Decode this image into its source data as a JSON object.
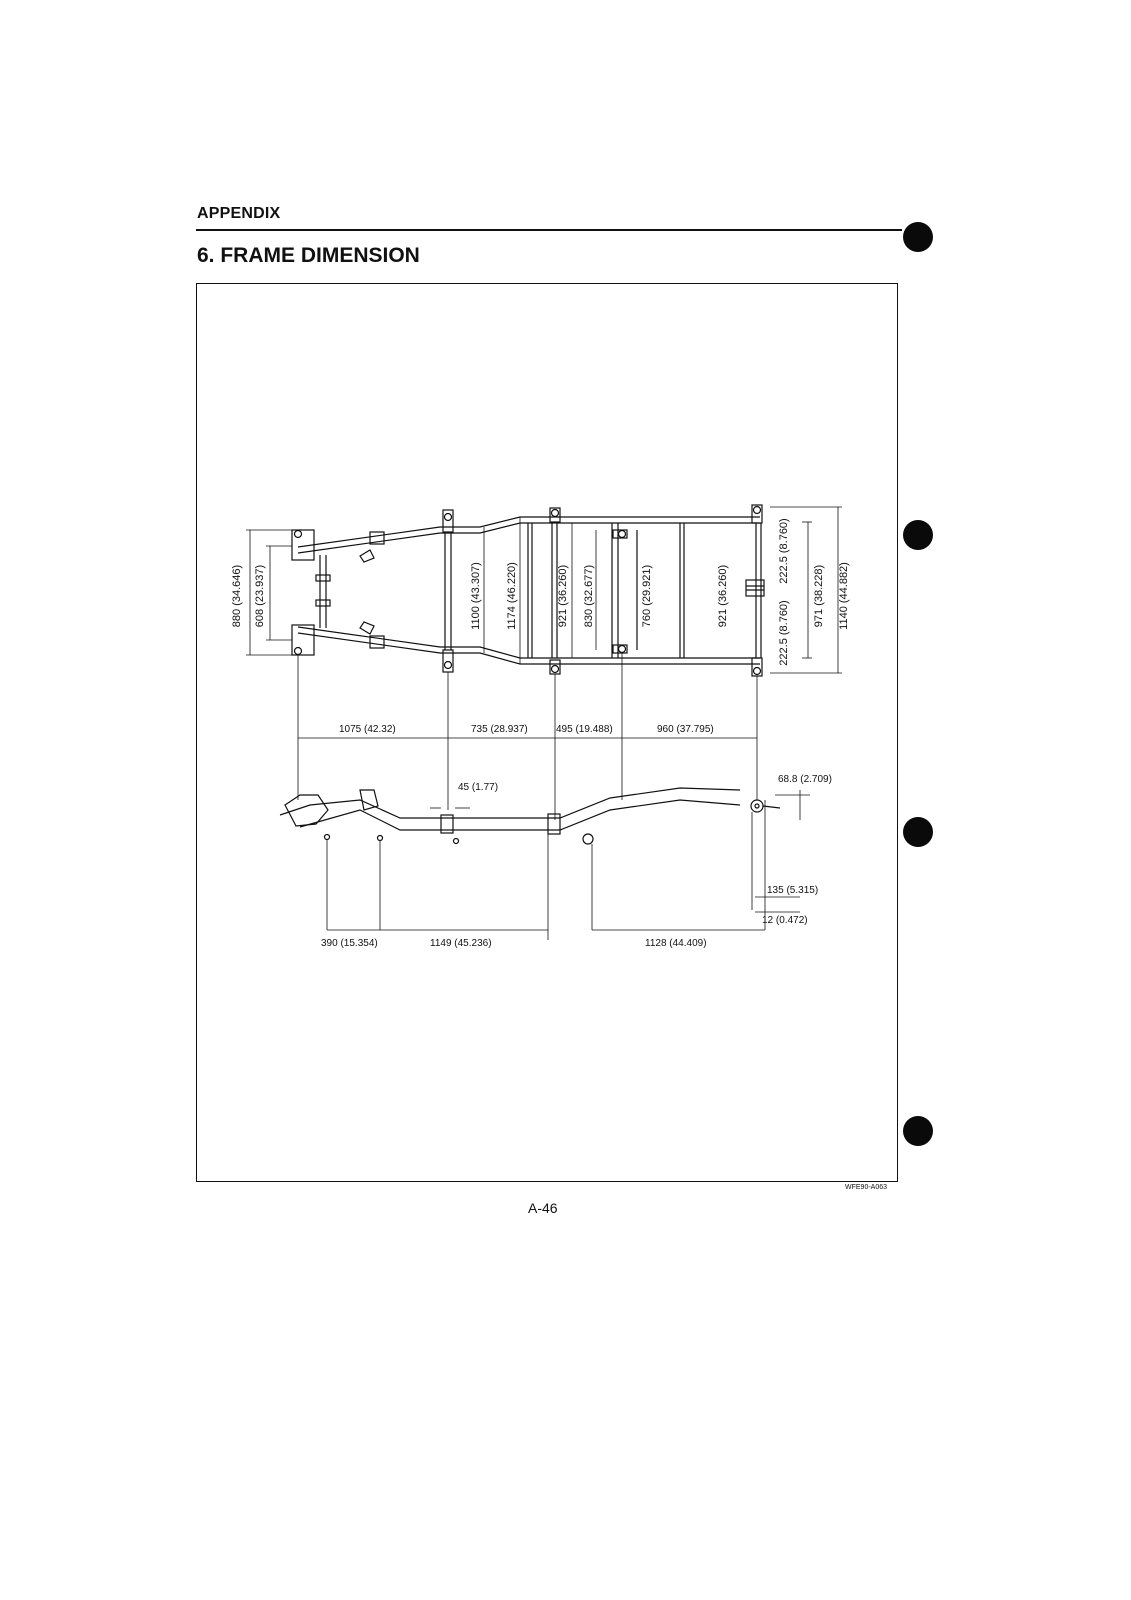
{
  "header": {
    "section": "APPENDIX",
    "title": "6. FRAME DIMENSION"
  },
  "figure": {
    "code": "WFE90-A063",
    "plan_view": {
      "widths": [
        "880 (34.646)",
        "608 (23.937)",
        "1100 (43.307)",
        "1174 (46.220)",
        "921 (36.260)",
        "830 (32.677)",
        "760 (29.921)",
        "921 (36.260)",
        "222.5 (8.760)",
        "222.5 (8.760)",
        "971 (38.228)",
        "1140 (44.882)"
      ],
      "lengths": [
        "1075 (42.32)",
        "735 (28.937)",
        "495 (19.488)",
        "960 (37.795)"
      ]
    },
    "side_view": {
      "labels": [
        "45 (1.77)",
        "68.8 (2.709)",
        "135 (5.315)",
        "12 (0.472)"
      ],
      "bottom": [
        "390 (15.354)",
        "1149 (45.236)",
        "1128 (44.409)"
      ]
    }
  },
  "footer": {
    "page": "A-46"
  }
}
